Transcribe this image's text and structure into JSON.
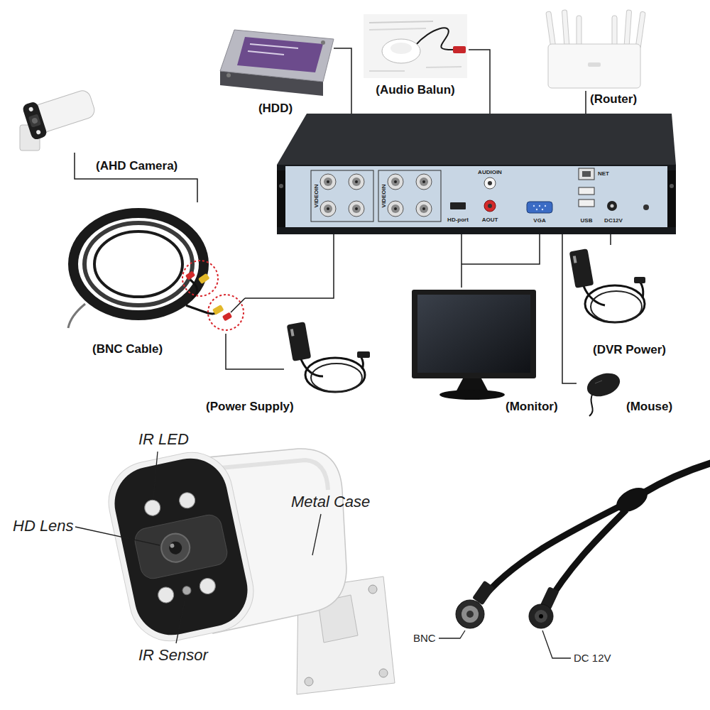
{
  "diagram": {
    "nodes": [
      {
        "text": [
          "(HDD)"
        ]
      },
      {
        "text": [
          "(Audio Balun)"
        ]
      },
      {
        "text": [
          "(Router)"
        ]
      },
      {
        "text": [
          "(AHD Camera)"
        ]
      },
      {
        "text": [
          "VIDEOIN",
          "VIDEOIN",
          "AUDIOIN",
          "AOUT",
          "HD-port",
          "VGA",
          "NET",
          "USB",
          "DC12V"
        ]
      },
      {
        "text": [
          "(BNC Cable)"
        ]
      },
      {
        "text": [
          "(Power Supply)"
        ]
      },
      {
        "text": [
          "(Monitor)"
        ]
      },
      {
        "text": [
          "(DVR Power)"
        ]
      },
      {
        "text": [
          "(Mouse)"
        ]
      }
    ],
    "edges": [
      {
        "from": 0,
        "to": 4,
        "arrow": "none"
      },
      {
        "from": 1,
        "to": 4,
        "arrow": "none"
      },
      {
        "from": 2,
        "to": 4,
        "arrow": "none"
      },
      {
        "from": 3,
        "to": 5,
        "arrow": "none"
      },
      {
        "from": 5,
        "to": 4,
        "arrow": "none"
      },
      {
        "from": 6,
        "to": 5,
        "arrow": "none"
      },
      {
        "from": 7,
        "to": 4,
        "arrow": "none"
      },
      {
        "from": 8,
        "to": 4,
        "arrow": "none"
      },
      {
        "from": 9,
        "to": 4,
        "arrow": "none"
      }
    ],
    "labels": [
      "IR LED",
      "HD Lens",
      "Metal Case",
      "IR Sensor",
      "BNC",
      "DC 12V"
    ]
  }
}
